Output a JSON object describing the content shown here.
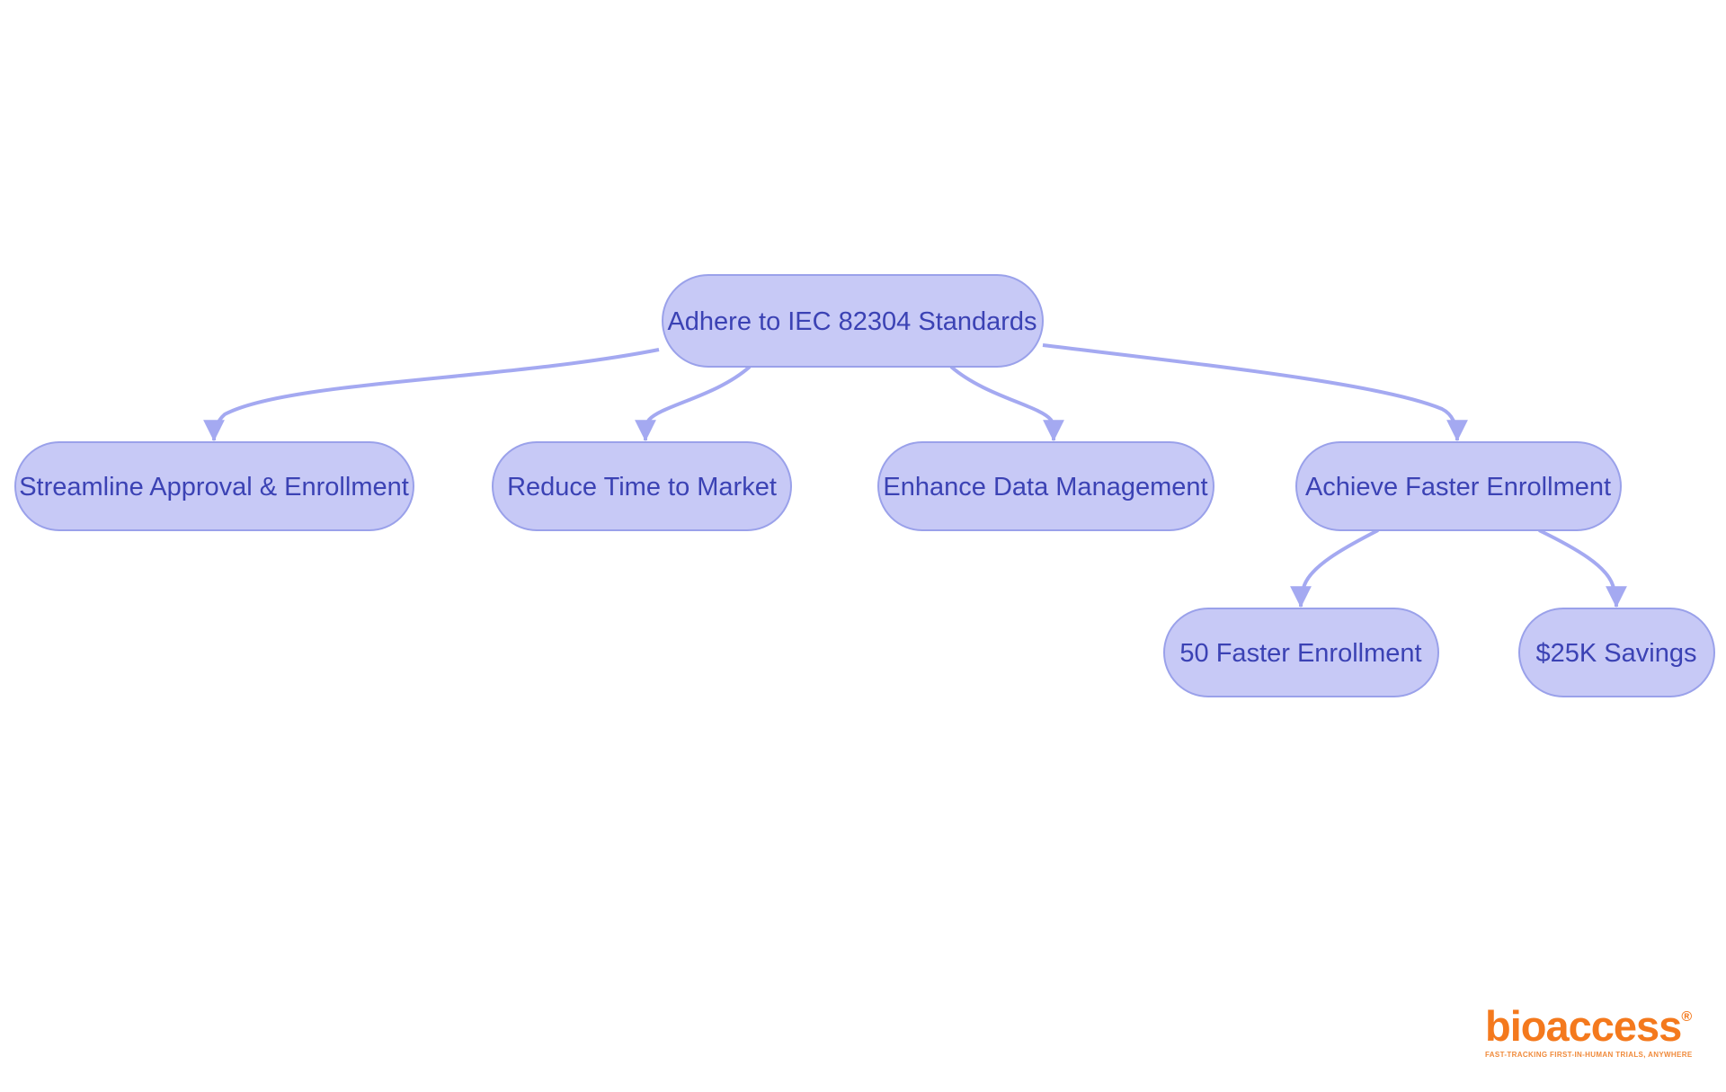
{
  "diagram": {
    "type": "flowchart",
    "direction": "top-down",
    "nodes": [
      {
        "id": 0,
        "label": "Adhere to IEC 82304 Standards",
        "level": 0
      },
      {
        "id": 1,
        "label": "Streamline Approval & Enrollment",
        "level": 1
      },
      {
        "id": 2,
        "label": "Reduce Time to Market",
        "level": 1
      },
      {
        "id": 3,
        "label": "Enhance Data Management",
        "level": 1
      },
      {
        "id": 4,
        "label": "Achieve Faster Enrollment",
        "level": 1
      },
      {
        "id": 5,
        "label": "50 Faster Enrollment",
        "level": 2
      },
      {
        "id": 6,
        "label": "$25K Savings",
        "level": 2
      }
    ],
    "edges": [
      {
        "from": "Adhere to IEC 82304 Standards",
        "to": "Streamline Approval & Enrollment"
      },
      {
        "from": "Adhere to IEC 82304 Standards",
        "to": "Reduce Time to Market"
      },
      {
        "from": "Adhere to IEC 82304 Standards",
        "to": "Enhance Data Management"
      },
      {
        "from": "Adhere to IEC 82304 Standards",
        "to": "Achieve Faster Enrollment"
      },
      {
        "from": "Achieve Faster Enrollment",
        "to": "50 Faster Enrollment"
      },
      {
        "from": "Achieve Faster Enrollment",
        "to": "$25K Savings"
      }
    ],
    "colors": {
      "node_fill": "#c7c9f6",
      "node_border": "#9aa1ea",
      "node_text": "#3b42b4",
      "edge": "#a4a9f1",
      "background": "#ffffff"
    }
  },
  "logo": {
    "brand": "bioaccess",
    "registered": "®",
    "tagline": "FAST-TRACKING FIRST-IN-HUMAN TRIALS, ANYWHERE",
    "brand_color": "#f4791d",
    "tagline_color": "#f08a3a"
  }
}
